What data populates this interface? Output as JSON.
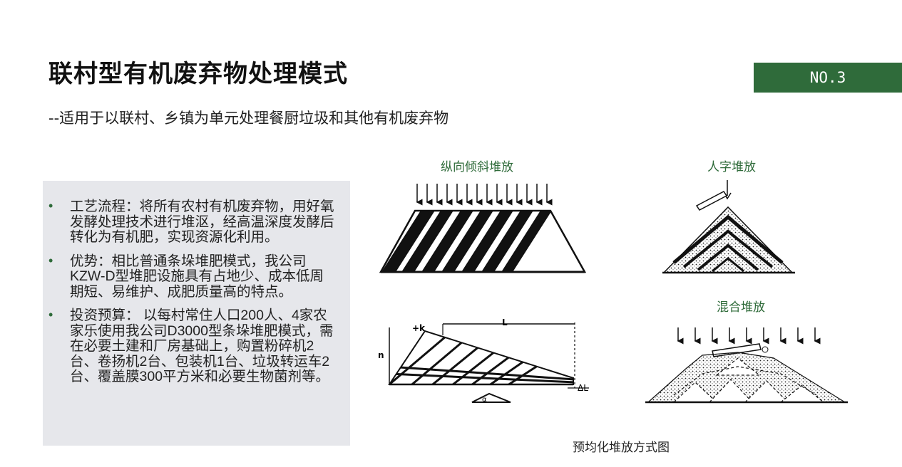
{
  "slide": {
    "title": "联村型有机废弃物处理模式",
    "badge": "NO.3",
    "subtitle": "--适用于以联村、乡镇为单元处理餐厨垃圾和其他有机废弃物"
  },
  "bullets": [
    "工艺流程：将所有农村有机废弃物，用好氧发酵处理技术进行堆沤，经高温深度发酵后转化为有机肥，实现资源化利用。",
    "优势：相比普通条垛堆肥模式，我公司KZW-D型堆肥设施具有占地少、成本低周期短、易维护、成肥质量高的特点。",
    "投资预算： 以每村常住人口200人、4家农家乐使用我公司D3000型条垛堆肥模式，需在必要土建和厂房基础上，购置粉碎机2台、卷扬机2台、包装机1台、垃圾转运车2台、覆盖膜300平方米和必要生物菌剂等。"
  ],
  "figure": {
    "label_longitudinal": "纵向倾斜堆放",
    "label_chevron": "人字堆放",
    "label_mixed": "混合堆放",
    "caption": "预均化堆放方式图",
    "mark_k": "+k",
    "mark_L": "L",
    "mark_n": "n",
    "mark_delta_L": "ΔL",
    "mark_alpha": "α"
  },
  "colors": {
    "accent": "#2f6b3a",
    "panel_bg": "#e6e7eb"
  }
}
